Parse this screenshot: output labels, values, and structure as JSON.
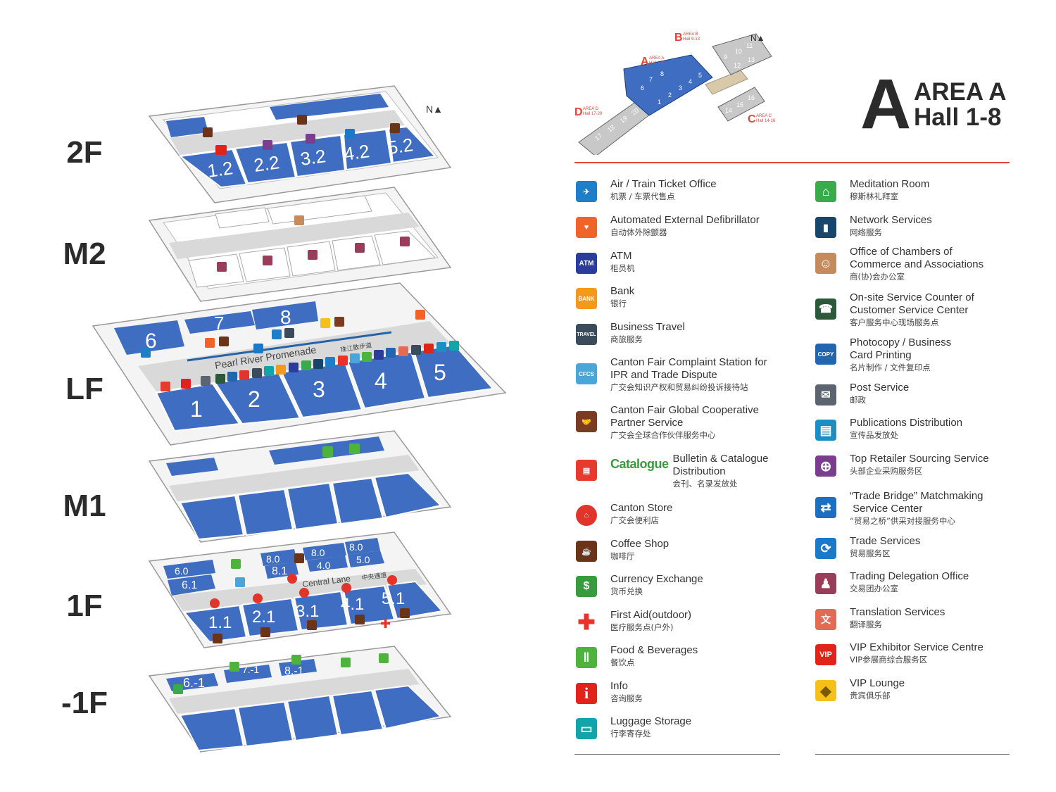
{
  "floors": [
    {
      "id": "2F",
      "label": "2F",
      "halls": [
        "1.2",
        "2.2",
        "3.2",
        "4.2",
        "5.2"
      ]
    },
    {
      "id": "M2",
      "label": "M2",
      "halls": []
    },
    {
      "id": "LF",
      "label": "LF",
      "halls": [
        "1",
        "2",
        "3",
        "4",
        "5",
        "6",
        "7",
        "8"
      ],
      "promenade_en": "Pearl River Promenade",
      "promenade_cn": "珠江散步道"
    },
    {
      "id": "M1",
      "label": "M1",
      "halls": []
    },
    {
      "id": "1F",
      "label": "1F",
      "halls": [
        "1.1",
        "2.1",
        "3.1",
        "4.1",
        "5.1",
        "6.0",
        "6.1",
        "8.0",
        "8.1",
        "8.0",
        "4.0",
        "8.0",
        "5.0"
      ],
      "lane_en": "Central Lane",
      "lane_cn": "中央通道"
    },
    {
      "id": "B1F",
      "label": "-1F",
      "halls": [
        "6.-1",
        "7.-1",
        "8.-1"
      ]
    }
  ],
  "area": {
    "letter": "A",
    "title_line1": "AREA A",
    "title_line2": "Hall 1-8"
  },
  "overview": {
    "areas": [
      {
        "letter": "A",
        "name": "AREA A",
        "halls": "Hall 1-8"
      },
      {
        "letter": "B",
        "name": "AREA B",
        "halls": "Hall 9-13"
      },
      {
        "letter": "C",
        "name": "AREA C",
        "halls": "Hall 14-16"
      },
      {
        "letter": "D",
        "name": "AREA D",
        "halls": "Hall 17-20"
      }
    ],
    "hall_numbers_a": [
      "1",
      "2",
      "3",
      "4",
      "5",
      "6",
      "7",
      "8"
    ],
    "hall_numbers_b": [
      "9",
      "10",
      "11",
      "12",
      "13"
    ],
    "hall_numbers_c": [
      "14",
      "15",
      "16"
    ],
    "hall_numbers_d": [
      "17",
      "18",
      "19",
      "20"
    ]
  },
  "legend_left": [
    {
      "en": "Air / Train Ticket Office",
      "cn": "机票 / 车票代售点",
      "icon": "plane-train-icon",
      "color": "#1e7fc8",
      "glyph": "✈"
    },
    {
      "en": "Automated External Defibrillator",
      "cn": "自动体外除颤器",
      "icon": "aed-heart-icon",
      "color": "#f0642a",
      "glyph": "♥"
    },
    {
      "en": "ATM",
      "cn": "柜员机",
      "icon": "atm-icon",
      "color": "#2b3d9a",
      "glyph": "ATM"
    },
    {
      "en": "Bank",
      "cn": "银行",
      "icon": "bank-icon",
      "color": "#f39a1e",
      "glyph": "BANK"
    },
    {
      "en": "Business Travel",
      "cn": "商旅服务",
      "icon": "travel-icon",
      "color": "#3a4b5c",
      "glyph": "TRAVEL"
    },
    {
      "en": "Canton Fair Complaint Station for",
      "en2": "IPR and Trade Dispute",
      "cn": "广交会知识产权和贸易纠纷投诉接待站",
      "icon": "cfcs-shield-icon",
      "color": "#4aa6d8",
      "glyph": "CFCS"
    },
    {
      "en": "Canton Fair Global Cooperative",
      "en2": "Partner Service",
      "cn": "广交会全球合作伙伴服务中心",
      "icon": "handshake-icon",
      "color": "#7a3b22",
      "glyph": "🤝"
    },
    {
      "en": "Bulletin & Catalogue",
      "en2": "Distribution",
      "cn": "会刊、名录发放处",
      "icon": "catalogue-book-icon",
      "color": "#e63a2e",
      "glyph": "▤",
      "word": "Catalogue"
    },
    {
      "en": "Canton Store",
      "cn": "广交会便利店",
      "icon": "store-icon",
      "color": "#e2342a",
      "glyph": "⌂"
    },
    {
      "en": "Coffee Shop",
      "cn": "咖啡厅",
      "icon": "coffee-cup-icon",
      "color": "#6b3418",
      "glyph": "☕"
    },
    {
      "en": "Currency Exchange",
      "cn": "货币兑换",
      "icon": "currency-icon",
      "color": "#3a9a3f",
      "glyph": "$"
    },
    {
      "en": "First Aid(outdoor)",
      "cn": "医疗服务点(户外)",
      "icon": "first-aid-cross-icon",
      "color": "#e8322a",
      "glyph": "✚"
    },
    {
      "en": "Food & Beverages",
      "cn": "餐饮点",
      "icon": "fork-knife-icon",
      "color": "#4db33d",
      "glyph": "ǁ"
    },
    {
      "en": "Info",
      "cn": "咨询服务",
      "icon": "info-icon",
      "color": "#e2231a",
      "glyph": "i"
    },
    {
      "en": "Luggage Storage",
      "cn": "行李寄存处",
      "icon": "luggage-icon",
      "color": "#12a4a8",
      "glyph": "▭"
    }
  ],
  "legend_right": [
    {
      "en": "Meditation Room",
      "cn": "穆斯林礼拜室",
      "icon": "mosque-icon",
      "color": "#3aab4a",
      "glyph": "⌂"
    },
    {
      "en": "Network Services",
      "cn": "网络服务",
      "icon": "signal-bars-icon",
      "color": "#17456b",
      "glyph": "▮"
    },
    {
      "en": "Office of Chambers of",
      "en2": "Commerce and Associations",
      "cn": "商(协)会办公室",
      "icon": "chambers-people-icon",
      "color": "#c58b5d",
      "glyph": "☺"
    },
    {
      "en": "On-site Service Counter of",
      "en2": "Customer Service Center",
      "cn": "客户服务中心现场服务点",
      "icon": "customer-service-icon",
      "color": "#2b5a3a",
      "glyph": "☎"
    },
    {
      "en": "Photocopy / Business",
      "en2": "Card Printing",
      "cn": "名片制作 / 文件复印点",
      "icon": "copy-icon",
      "color": "#2366b0",
      "glyph": "COPY"
    },
    {
      "en": "Post Service",
      "cn": "邮政",
      "icon": "post-envelope-icon",
      "color": "#5c6470",
      "glyph": "✉"
    },
    {
      "en": "Publications Distribution",
      "cn": "宣传品发放处",
      "icon": "publications-icon",
      "color": "#1a8fc4",
      "glyph": "▤"
    },
    {
      "en": "Top Retailer Sourcing Service",
      "cn": "头部企业采购服务区",
      "icon": "globe-icon",
      "color": "#7b3e8f",
      "glyph": "⊕"
    },
    {
      "en": "“Trade Bridge” Matchmaking",
      "en2": " Service Center",
      "cn": "“贸易之桥”供采对接服务中心",
      "icon": "trade-bridge-icon",
      "color": "#1e6fc0",
      "glyph": "⇄"
    },
    {
      "en": "Trade Services",
      "cn": "贸易服务区",
      "icon": "trade-services-icon",
      "color": "#1b79c9",
      "glyph": "⟳"
    },
    {
      "en": "Trading Delegation Office",
      "cn": "交易团办公室",
      "icon": "delegation-icon",
      "color": "#9a3d5a",
      "glyph": "♟"
    },
    {
      "en": "Translation Services",
      "cn": "翻译服务",
      "icon": "translation-icon",
      "color": "#e46a52",
      "glyph": "文"
    },
    {
      "en": "VIP Exhibitor Service Centre",
      "cn": "VIP参展商综合服务区",
      "icon": "vip-icon",
      "color": "#e2231a",
      "glyph": "VIP"
    },
    {
      "en": "VIP Lounge",
      "cn": "贵宾俱乐部",
      "icon": "vip-lounge-diamond-icon",
      "color": "#f5c019",
      "glyph": "◆"
    }
  ],
  "colors": {
    "hall_blue": "#3e6dc1",
    "corridor": "#d9d9d9",
    "accent_red": "#e0463a",
    "outline": "#888888"
  }
}
